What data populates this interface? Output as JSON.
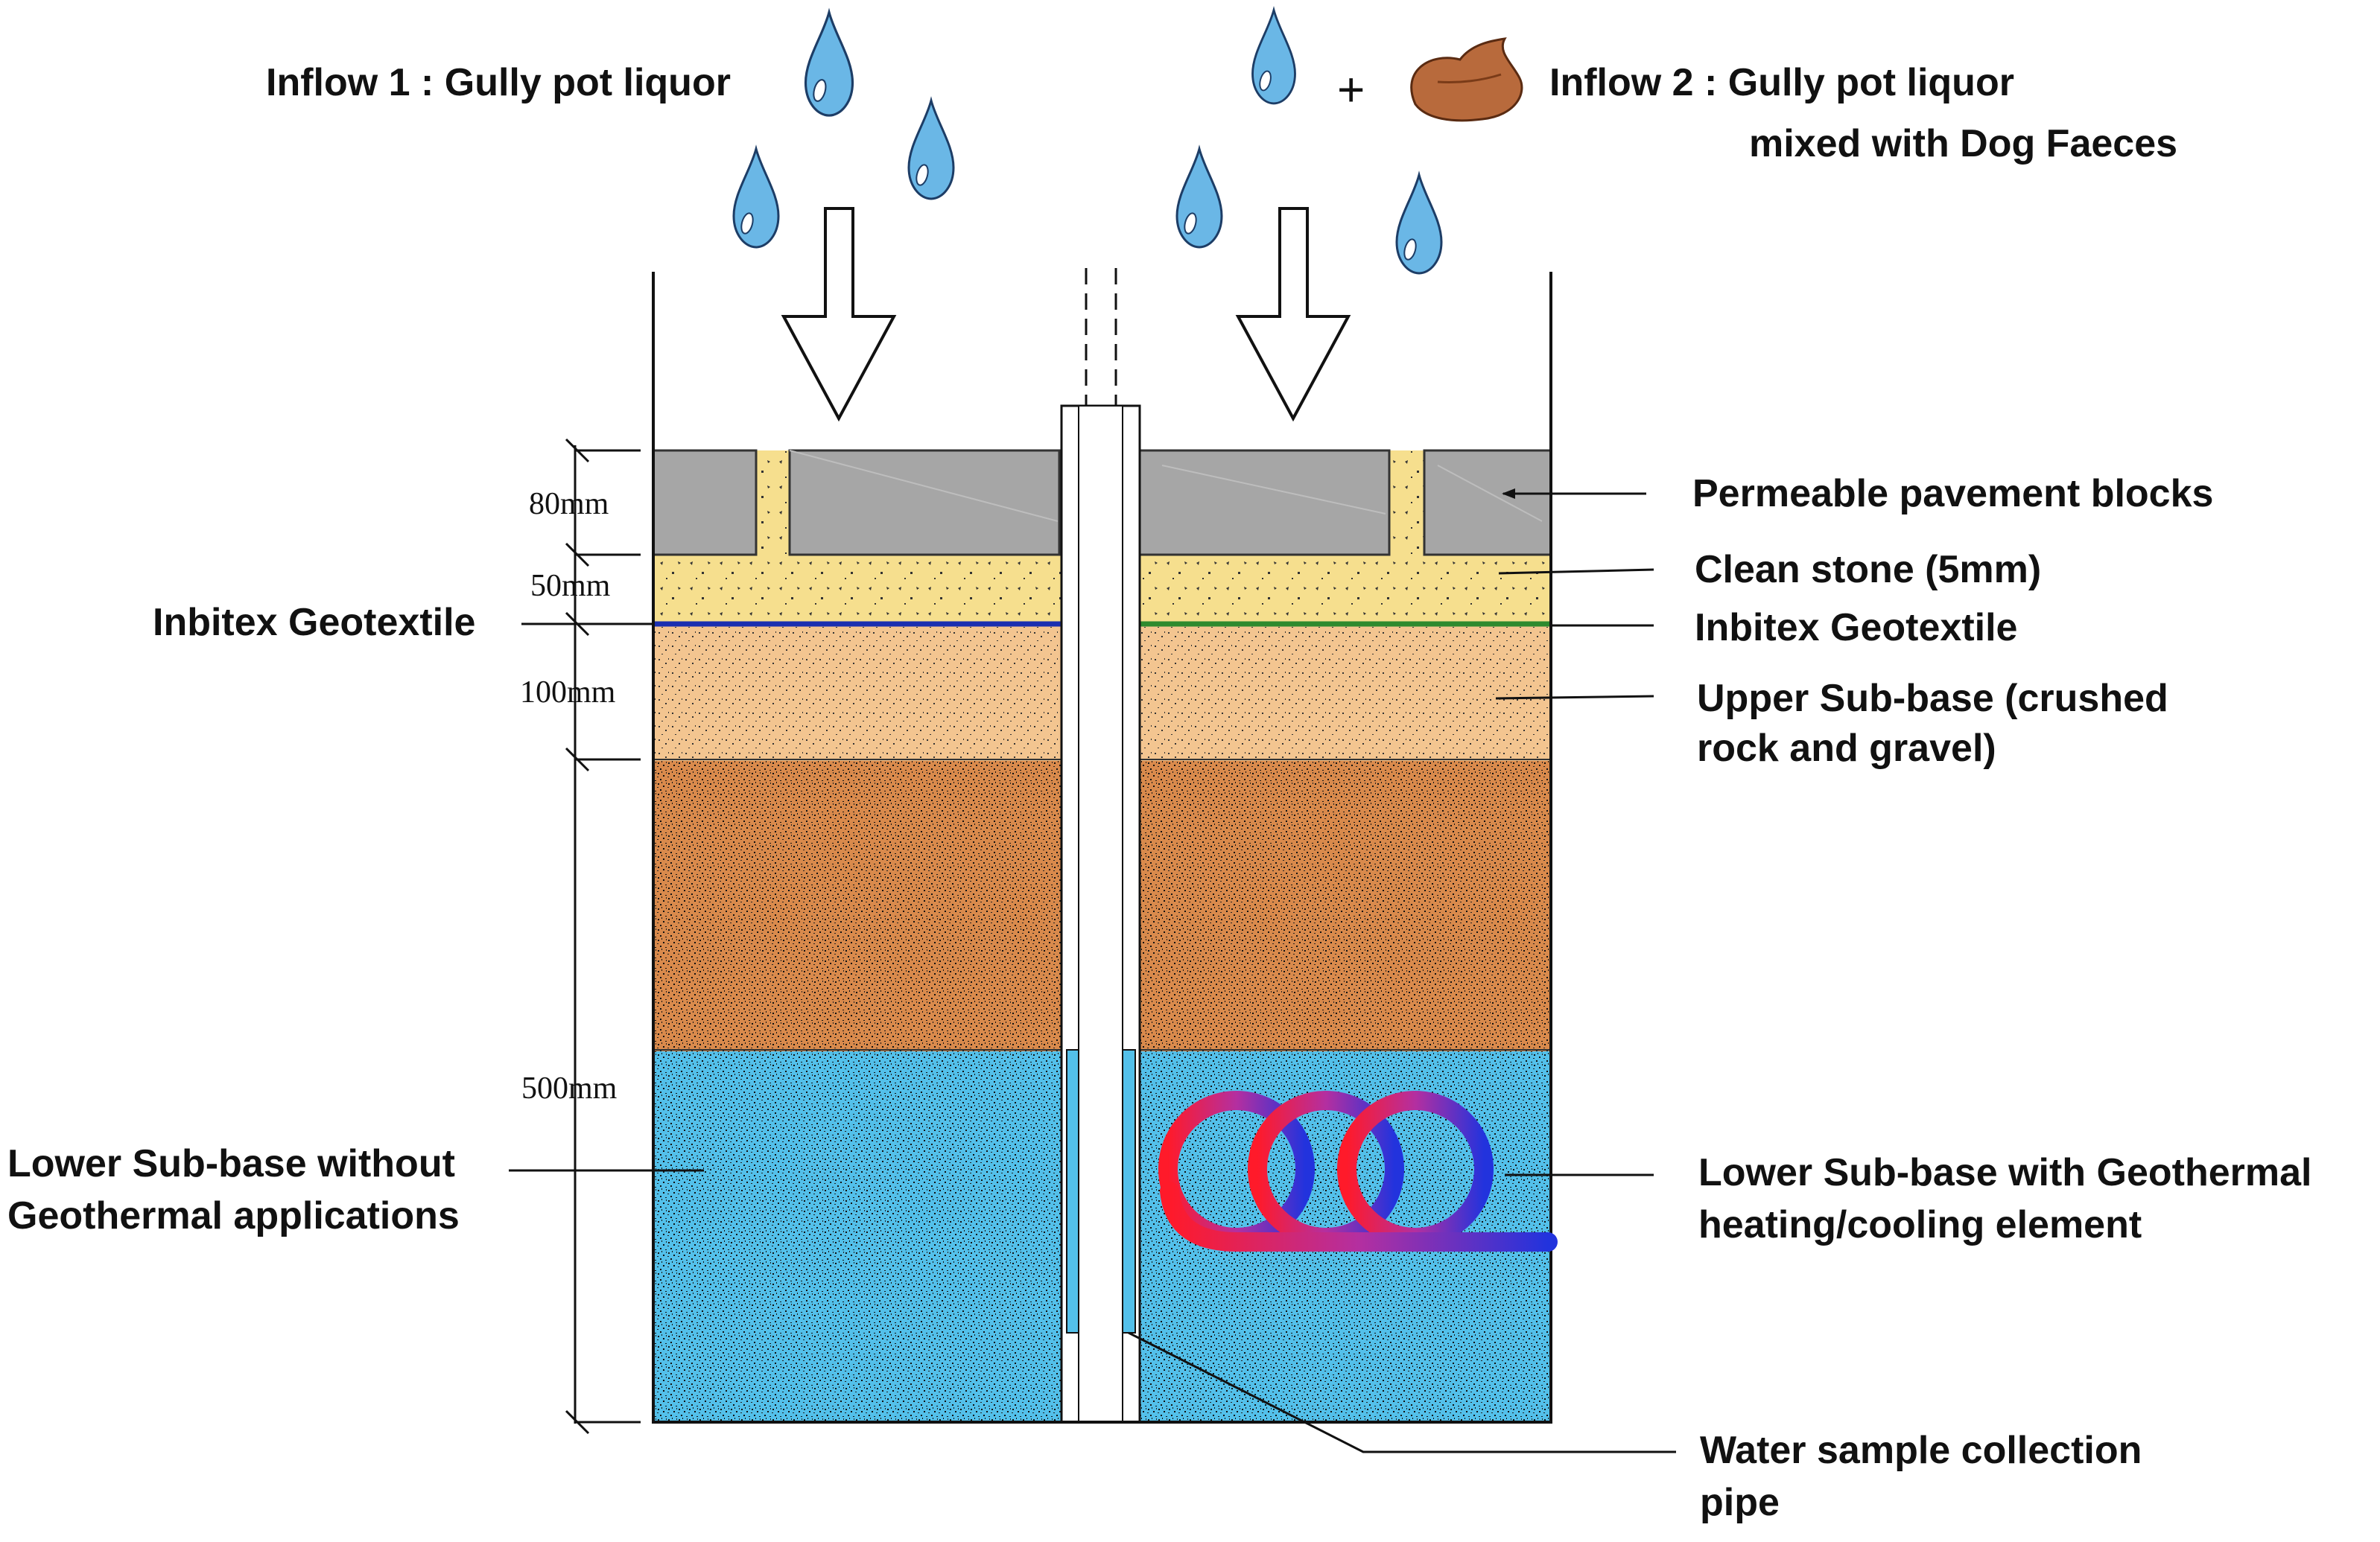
{
  "inflows": {
    "inflow1": "Inflow 1 : Gully pot liquor",
    "inflow2_line1": "Inflow 2 : Gully pot liquor",
    "inflow2_line2": "mixed with Dog Faeces",
    "plus": "+"
  },
  "dimensions": {
    "blocks": "80mm",
    "stone": "50mm",
    "upper": "100mm",
    "lower": "500mm"
  },
  "labels": {
    "pavement_blocks": "Permeable pavement blocks",
    "clean_stone": "Clean stone (5mm)",
    "geotextile_right": "Inbitex Geotextile",
    "geotextile_left": "Inbitex Geotextile",
    "upper_subbase_line1": "Upper Sub-base (crushed",
    "upper_subbase_line2": "rock and gravel)",
    "lower_left_line1": "Lower Sub-base without",
    "lower_left_line2": "Geothermal applications",
    "lower_right_line1": "Lower Sub-base with Geothermal",
    "lower_right_line2": "heating/cooling element",
    "pipe_line1": "Water sample collection",
    "pipe_line2": "pipe"
  },
  "colors": {
    "pavement": "#a6a6a6",
    "clean_stone": "#f6df8e",
    "upper_subbase": "#f3c590",
    "middle_subbase": "#d98a4c",
    "lower_subbase": "#53c0ea",
    "water_drop": "#6ab7e6",
    "dog_faeces": "#b86a3c",
    "geotextile_left": "#1b2fb0",
    "geotextile_right": "#2e8a2e",
    "coil_start": "#ff1a2a",
    "coil_end": "#2233dd"
  }
}
